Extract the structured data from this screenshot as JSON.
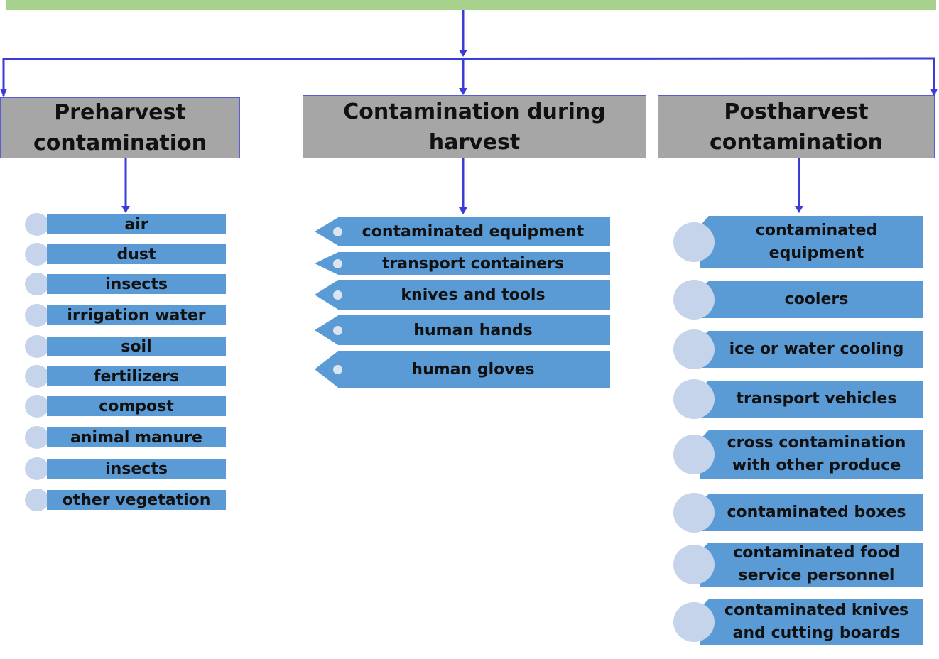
{
  "colors": {
    "top": "#a9d18e",
    "category": "#a6a6a6",
    "item": "#5b9bd5",
    "connector": "#3b3bd6"
  },
  "categories": [
    {
      "title": "Preharvest contamination",
      "items": [
        "air",
        "dust",
        "insects",
        "irrigation water",
        "soil",
        "fertilizers",
        "compost",
        "animal manure",
        "insects",
        "other vegetation"
      ]
    },
    {
      "title": "Contamination during harvest",
      "items": [
        "contaminated equipment",
        "transport containers",
        "knives and tools",
        "human hands",
        "human gloves"
      ]
    },
    {
      "title": "Postharvest contamination",
      "items": [
        "contaminated equipment",
        "coolers",
        "ice or water cooling",
        "transport vehicles",
        "cross contamination with other produce",
        "contaminated boxes",
        "contaminated food service personnel",
        "contaminated knives and cutting boards"
      ]
    }
  ]
}
